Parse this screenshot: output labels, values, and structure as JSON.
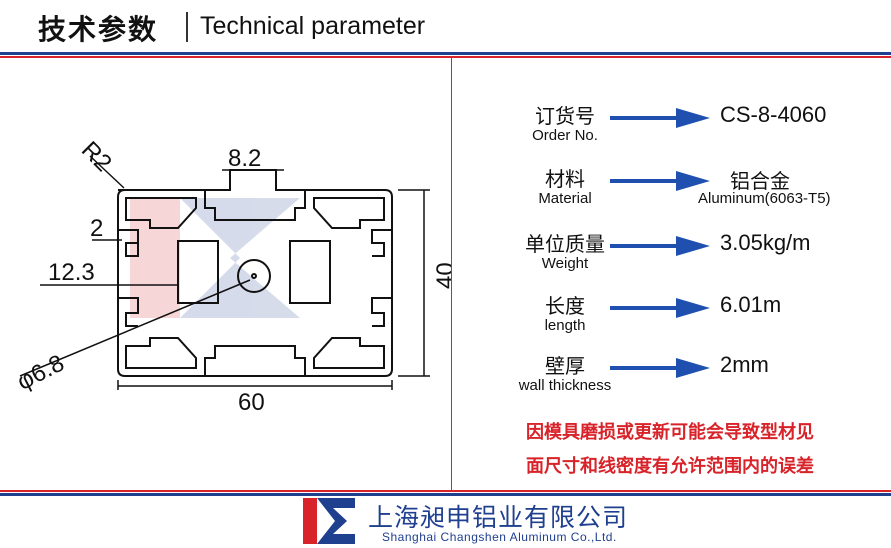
{
  "header": {
    "title_cn": "技术参数",
    "title_en": "Technical parameter"
  },
  "drawing": {
    "dim_slot": "8.2",
    "dim_radius": "R2",
    "dim_wall": "2",
    "dim_inner": "12.3",
    "dim_hole": "φ6.8",
    "dim_width": "60",
    "dim_height": "40"
  },
  "specs": [
    {
      "label_cn": "订货号",
      "label_en": "Order No.",
      "value": "CS-8-4060",
      "sub": ""
    },
    {
      "label_cn": "材料",
      "label_en": "Material",
      "value": "铝合金",
      "sub": "Aluminum(6063-T5)"
    },
    {
      "label_cn": "单位质量",
      "label_en": "Weight",
      "value": "3.05kg/m",
      "sub": ""
    },
    {
      "label_cn": "长度",
      "label_en": "length",
      "value": "6.01m",
      "sub": ""
    },
    {
      "label_cn": "壁厚",
      "label_en": "wall thickness",
      "value": "2mm",
      "sub": ""
    }
  ],
  "note": {
    "line1": "因模具磨损或更新可能会导致型材见",
    "line2": "面尺寸和线密度有允许范围内的误差"
  },
  "footer": {
    "company_cn": "上海昶申铝业有限公司",
    "company_en": "Shanghai Changshen Aluminum Co.,Ltd."
  },
  "colors": {
    "brand_blue": "#1f3f8f",
    "accent_red": "#d8232a",
    "arrow_blue": "#1f50b0"
  }
}
